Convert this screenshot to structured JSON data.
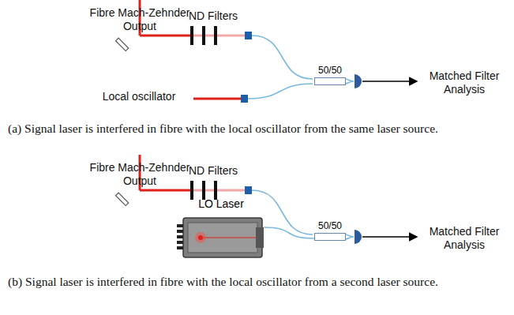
{
  "diagram": {
    "nodes": [
      {
        "text": [
          "50/50"
        ]
      },
      {
        "text": [
          "LO Laser"
        ]
      },
      {
        "text": [
          "50/50"
        ]
      }
    ],
    "edges": [
      {
        "from": 1,
        "to": 2,
        "arrow": "none"
      }
    ],
    "labels": [
      "Fibre Mach-Zehnder Output",
      "ND Filters",
      "Matched Filter Analysis",
      "Local oscillator",
      "(a) Signal laser is interfered in fibre with the local oscillator from the same laser source.",
      "Fibre Mach-Zehnder Output",
      "ND Filters",
      "Matched Filter Analysis",
      "(b) Signal laser is interfered in fibre with the local oscillator from a second laser source."
    ]
  }
}
